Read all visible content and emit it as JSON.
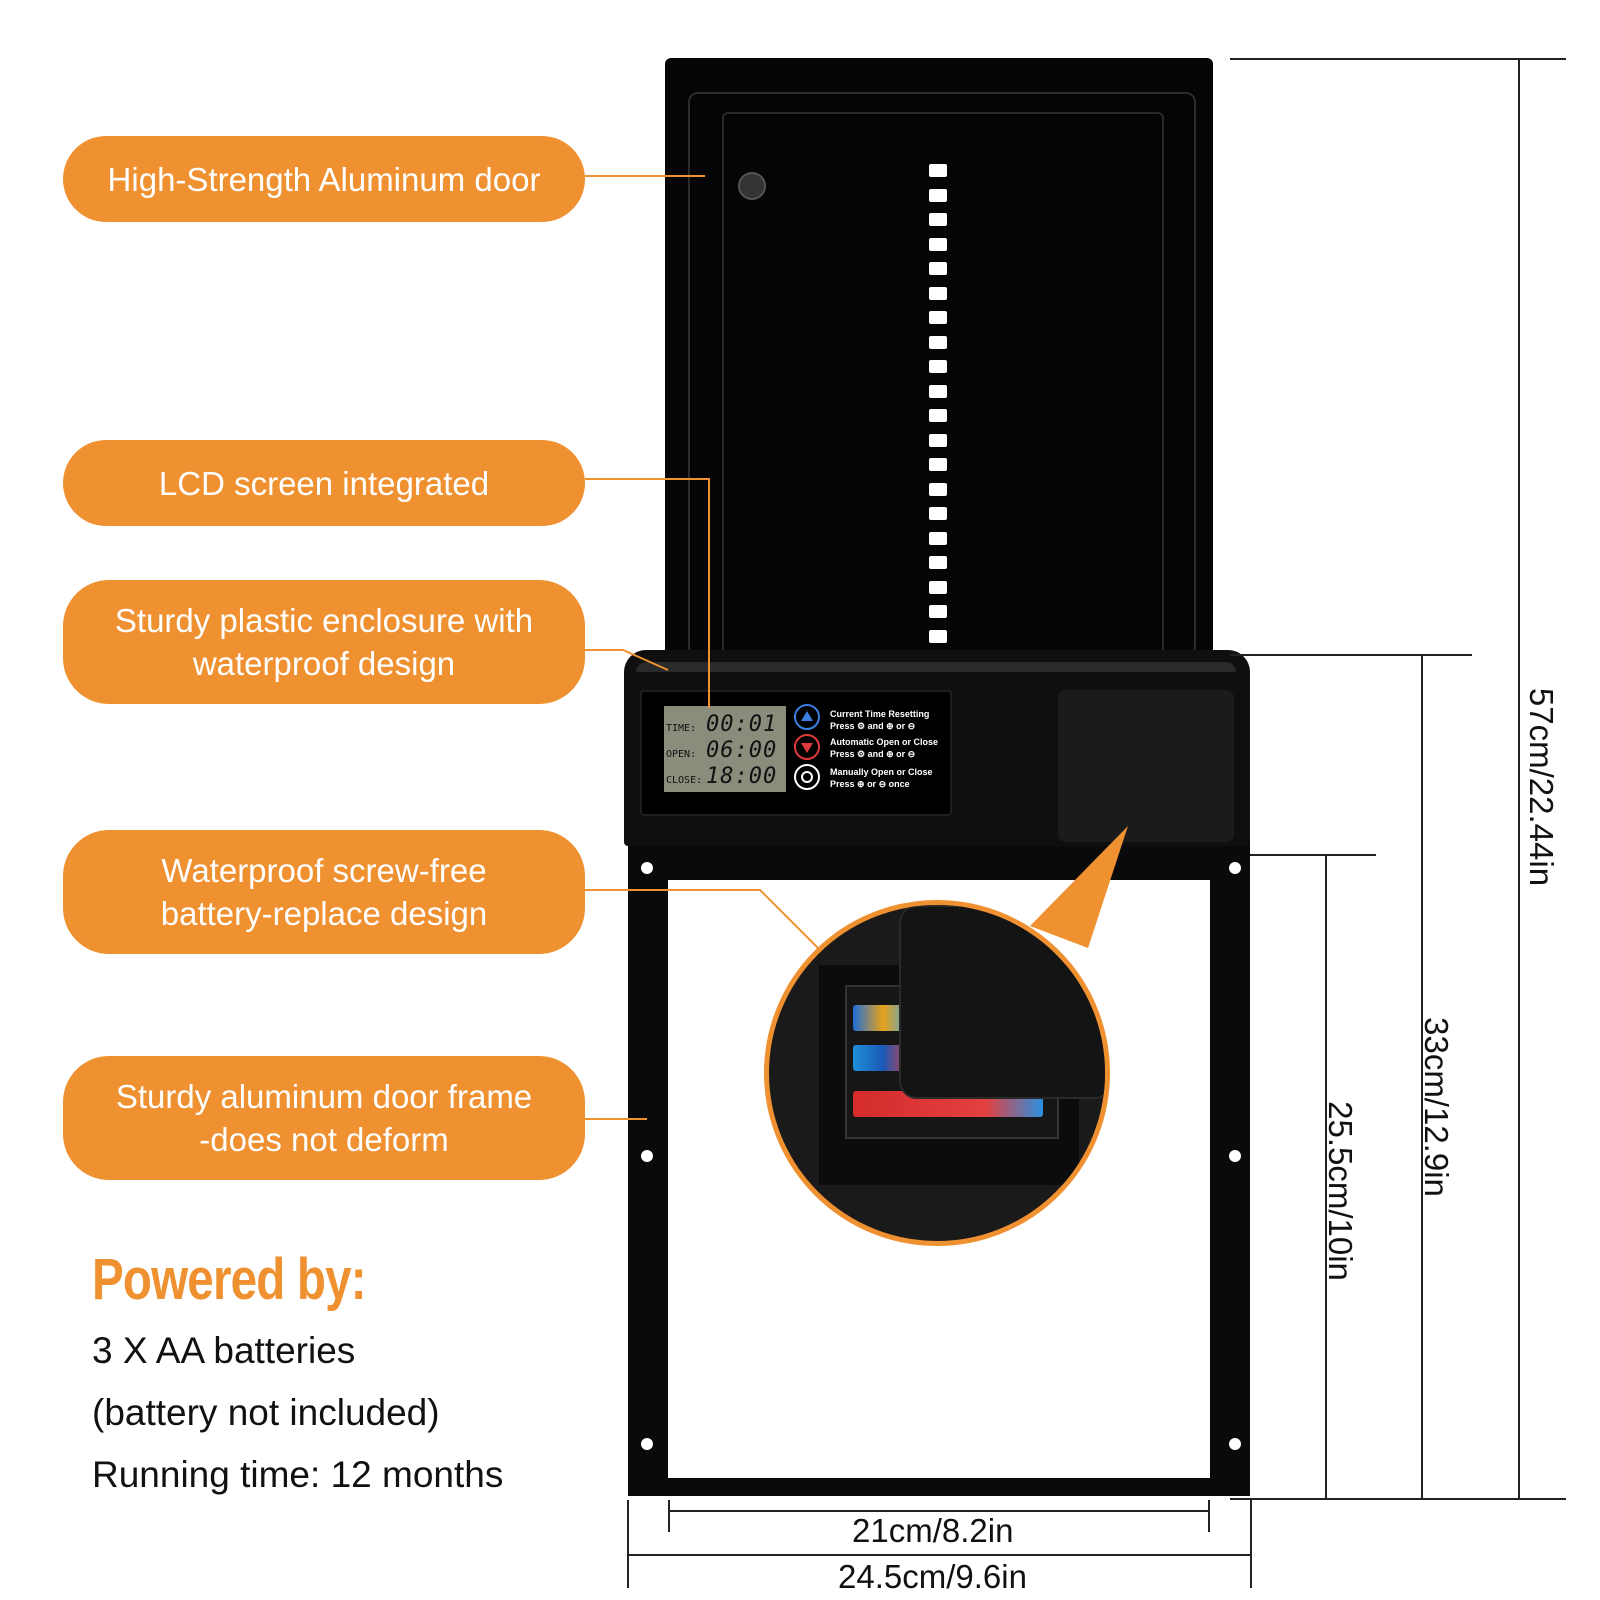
{
  "callouts": {
    "aluminum_door": "High-Strength Aluminum door",
    "lcd_screen": "LCD screen integrated",
    "enclosure": [
      "Sturdy plastic enclosure with",
      "waterproof design"
    ],
    "battery_design": [
      "Waterproof screw-free",
      "battery-replace design"
    ],
    "door_frame": [
      "Sturdy aluminum door frame",
      "-does not deform"
    ]
  },
  "lcd": {
    "time_label": "TIME:",
    "time_value": "00:01",
    "open_label": "OPEN:",
    "open_value": "06:00",
    "close_label": "CLOSE:",
    "close_value": "18:00"
  },
  "controls": [
    {
      "title": "Current Time Resetting",
      "line": "Press ⚙ and ⊕ or ⊖",
      "icon": "up-arrow-icon",
      "color": "#3a7fe0"
    },
    {
      "title": "Automatic Open or Close",
      "line": "Press ⚙ and ⊕ or ⊖",
      "icon": "down-arrow-icon",
      "color": "#e03a3a"
    },
    {
      "title": "Manually Open or Close",
      "line": "Press ⊕ or ⊖ once",
      "icon": "gear-icon",
      "color": "#ffffff"
    }
  ],
  "dimensions": {
    "total_height": "57cm/22.44in",
    "housing_height": "33cm/12.9in",
    "opening_height": "25.5cm/10in",
    "inner_width": "21cm/8.2in",
    "outer_width": "24.5cm/9.6in"
  },
  "power": {
    "title": "Powered by:",
    "lines": [
      "3 X AA batteries",
      "(battery not included)",
      "Running time: 12 months"
    ]
  },
  "colors": {
    "accent": "#ef9130",
    "door": "#050505",
    "lcd": "#8a8c7c"
  }
}
